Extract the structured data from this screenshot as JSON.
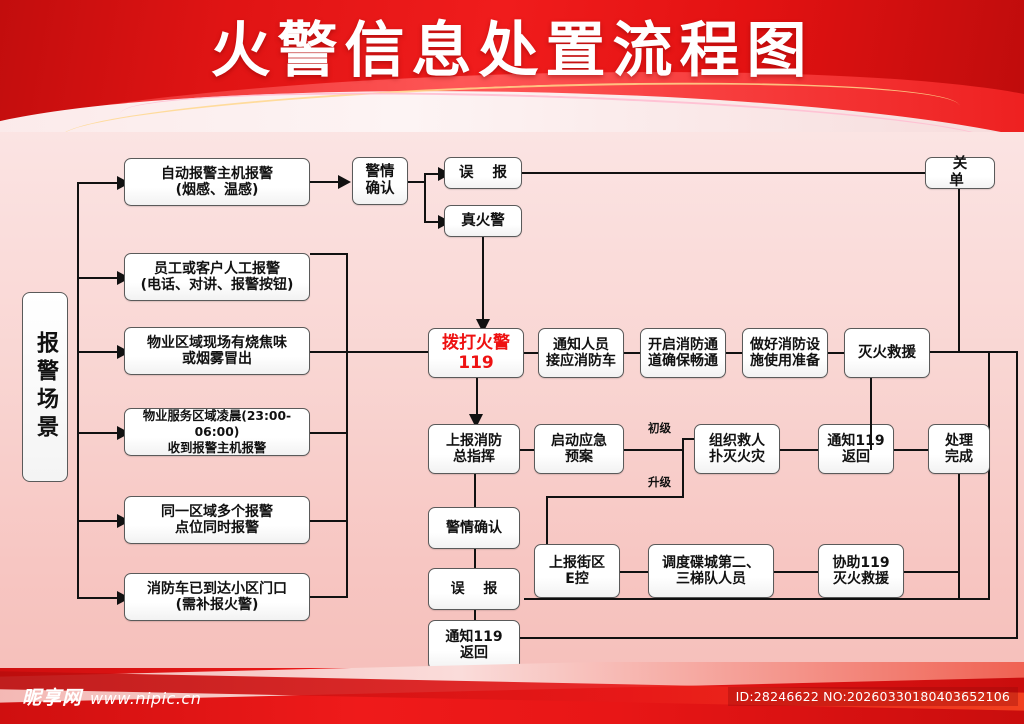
{
  "poster": {
    "title": "火警信息处置流程图",
    "accent_color": "#e31414",
    "background_color": "#f9d6d3",
    "alert_color": "#ee1111"
  },
  "footer": {
    "watermark_cn": "昵享网",
    "watermark_url": "www.nipic.cn",
    "id_text": "ID:28246622 NO:20260330180403652106"
  },
  "flow": {
    "scene_label": "报警场景",
    "sources": [
      {
        "line1": "自动报警主机报警",
        "line2": "(烟感、温感)"
      },
      {
        "line1": "员工或客户人工报警",
        "line2": "(电话、对讲、报警按钮)"
      },
      {
        "line1": "物业区域现场有烧焦味",
        "line2": "或烟雾冒出"
      },
      {
        "line1": "物业服务区域凌晨(23:00-06:00)",
        "line2": "收到报警主机报警"
      },
      {
        "line1": "同一区域多个报警",
        "line2": "点位同时报警"
      },
      {
        "line1": "消防车已到达小区门口",
        "line2": "(需补报火警)"
      }
    ],
    "confirm": {
      "line1": "警情",
      "line2": "确认"
    },
    "branch_false": "误 报",
    "branch_true": "真火警",
    "close_ticket": "关 单",
    "call_119": {
      "line1": "拨打火警",
      "line2": "119"
    },
    "main_chain": [
      {
        "line1": "通知人员",
        "line2": "接应消防车"
      },
      {
        "line1": "开启消防通",
        "line2": "道确保畅通"
      },
      {
        "line1": "做好消防设",
        "line2": "施使用准备"
      },
      {
        "line1": "灭火救援",
        "line2": ""
      }
    ],
    "report_commander": {
      "line1": "上报消防",
      "line2": "总指挥"
    },
    "emergency_plan": {
      "line1": "启动应急",
      "line2": "预案"
    },
    "level_primary": "初级",
    "level_escalate": "升级",
    "primary_path": [
      {
        "line1": "组织救人",
        "line2": "扑灭火灾"
      },
      {
        "line1": "通知119",
        "line2": "返回"
      },
      {
        "line1": "处理",
        "line2": "完成"
      }
    ],
    "escalate_path": [
      {
        "line1": "上报街区",
        "line2": "E控"
      },
      {
        "line1": "调度碟城第二、",
        "line2": "三梯队人员"
      },
      {
        "line1": "协助119",
        "line2": "灭火救援"
      }
    ],
    "confirm2": "警情确认",
    "false_alarm2": "误 报",
    "notify_119_return": {
      "line1": "通知119",
      "line2": "返回"
    }
  }
}
